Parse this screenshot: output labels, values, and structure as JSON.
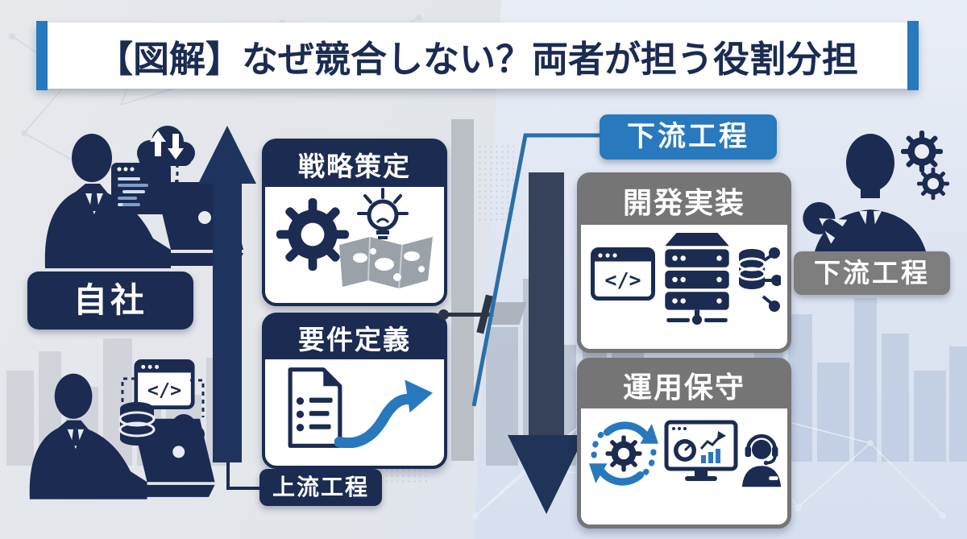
{
  "title": {
    "text": "【図解】なぜ競合しない？両者が担う役割分担"
  },
  "left_section": {
    "company_label": "自社",
    "process_boxes": [
      {
        "label": "戦略策定",
        "icons": [
          "gear-icon",
          "lightbulb-icon",
          "world-map-icon"
        ]
      },
      {
        "label": "要件定義",
        "icons": [
          "document-checklist-icon",
          "growth-arrow-icon"
        ]
      }
    ],
    "stage_label": "上流工程",
    "person_top_icons": [
      "businessman-laptop-icon",
      "cloud-sync-icon",
      "code-editor-icon"
    ],
    "person_bottom_icons": [
      "businessman-laptop-icon",
      "code-window-icon",
      "database-icon",
      "cloud-icon"
    ],
    "flow_direction_icon": "up-arrow-icon"
  },
  "right_section": {
    "stage_tag": "下流工程",
    "process_boxes": [
      {
        "label": "開発実装",
        "icons": [
          "code-window-icon",
          "server-icon",
          "database-share-icon"
        ]
      },
      {
        "label": "運用保守",
        "icons": [
          "cycle-gear-icon",
          "monitoring-dashboard-icon",
          "support-agent-icon"
        ]
      }
    ],
    "stage_label": "下流工程",
    "person_icons": [
      "engineer-icon",
      "gears-icon",
      "wrench-icon"
    ],
    "flow_direction_icon": "down-arrow-icon"
  },
  "glyphs": {
    "code": "</>"
  },
  "colors": {
    "navy": "#1b2b52",
    "blue": "#2879bd",
    "header_gray": "#757575",
    "label_gray": "#7d7d7d",
    "bg_left": "#e4e6ea",
    "bg_right": "#dde4f0",
    "white": "#ffffff"
  }
}
